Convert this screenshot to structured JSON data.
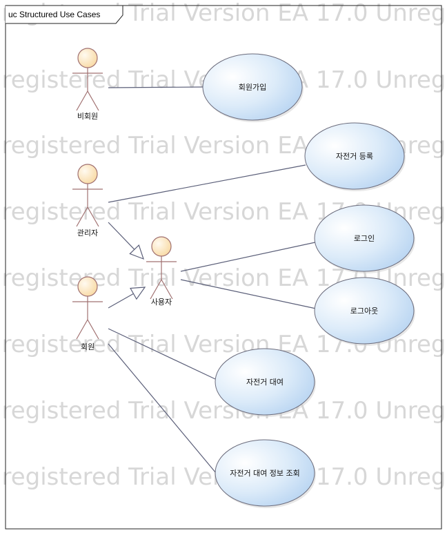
{
  "frame": {
    "title": "uc Structured Use Cases"
  },
  "watermark": {
    "text": "EA 17.0 Unregistered Trial Version",
    "color": "#d7d7d7"
  },
  "colors": {
    "actor_fill": "#fde6bf",
    "actor_stroke": "#a07070",
    "usecase_fill": "#cfe4f7",
    "usecase_stroke": "#6a6a7a",
    "line": "#5a5e78",
    "border": "#222222"
  },
  "actors": [
    {
      "id": "non-member",
      "label": "비회원"
    },
    {
      "id": "admin",
      "label": "관리자"
    },
    {
      "id": "user",
      "label": "사용자"
    },
    {
      "id": "member",
      "label": "회원"
    }
  ],
  "usecases": [
    {
      "id": "signup",
      "label": "회원가입"
    },
    {
      "id": "bike-register",
      "label": "자전거 등록"
    },
    {
      "id": "login",
      "label": "로그인"
    },
    {
      "id": "logout",
      "label": "로그아웃"
    },
    {
      "id": "bike-rent",
      "label": "자전거 대여"
    },
    {
      "id": "rent-info",
      "label": "자전거 대여 정보 조회"
    }
  ],
  "associations": [
    {
      "from": "non-member",
      "to": "signup"
    },
    {
      "from": "admin",
      "to": "bike-register"
    },
    {
      "from": "user",
      "to": "login"
    },
    {
      "from": "user",
      "to": "logout"
    },
    {
      "from": "member",
      "to": "bike-rent"
    },
    {
      "from": "member",
      "to": "rent-info"
    }
  ],
  "generalizations": [
    {
      "from": "admin",
      "to": "user"
    },
    {
      "from": "member",
      "to": "user"
    }
  ]
}
